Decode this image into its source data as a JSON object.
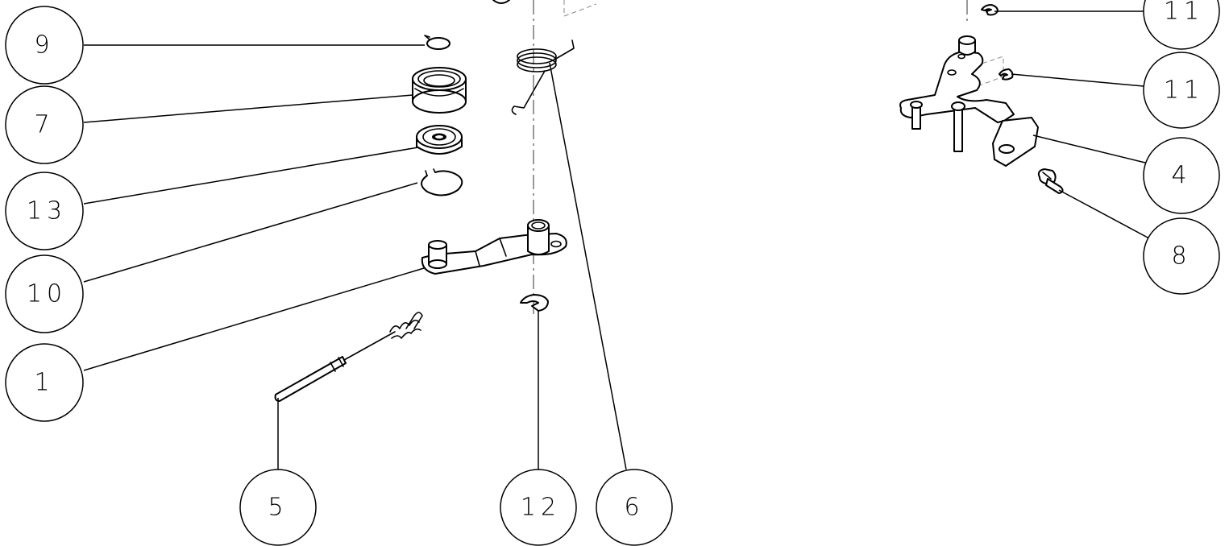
{
  "callouts": {
    "c9": "9",
    "c7": "7",
    "c13": "13",
    "c10": "10",
    "c1": "1",
    "c5": "5",
    "c12": "12",
    "c6": "6",
    "c11a": "11",
    "c11b": "11",
    "c4": "4",
    "c8": "8"
  },
  "colors": {
    "line": "#000000",
    "background": "#ffffff",
    "centerline": "#555555"
  }
}
